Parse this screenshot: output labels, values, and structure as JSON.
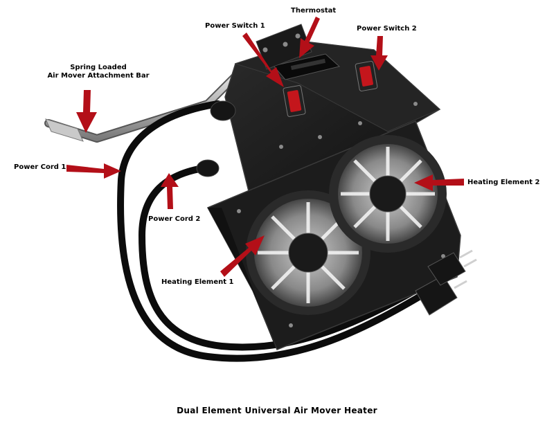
{
  "labels": {
    "thermostat": "Thermostat",
    "power_switch_1": "Power Switch 1",
    "power_switch_2": "Power Switch 2",
    "attachment_bar_line1": "Spring Loaded",
    "attachment_bar_line2": "Air Mover Attachment Bar",
    "power_cord_1": "Power Cord 1",
    "power_cord_2": "Power Cord 2",
    "heating_element_1": "Heating Element 1",
    "heating_element_2": "Heating Element 2"
  },
  "caption": "Dual Element Universal Air Mover Heater",
  "colors": {
    "arrow": "#b30f18",
    "housing": "#1c1c1c",
    "housing_edge": "#3a3a3a",
    "switch_red": "#c4161c",
    "metal": "#b9b9b9",
    "cord": "#0c0c0c"
  },
  "icons": [
    "power-switch-icon",
    "heating-coil-icon",
    "power-plug-icon"
  ]
}
